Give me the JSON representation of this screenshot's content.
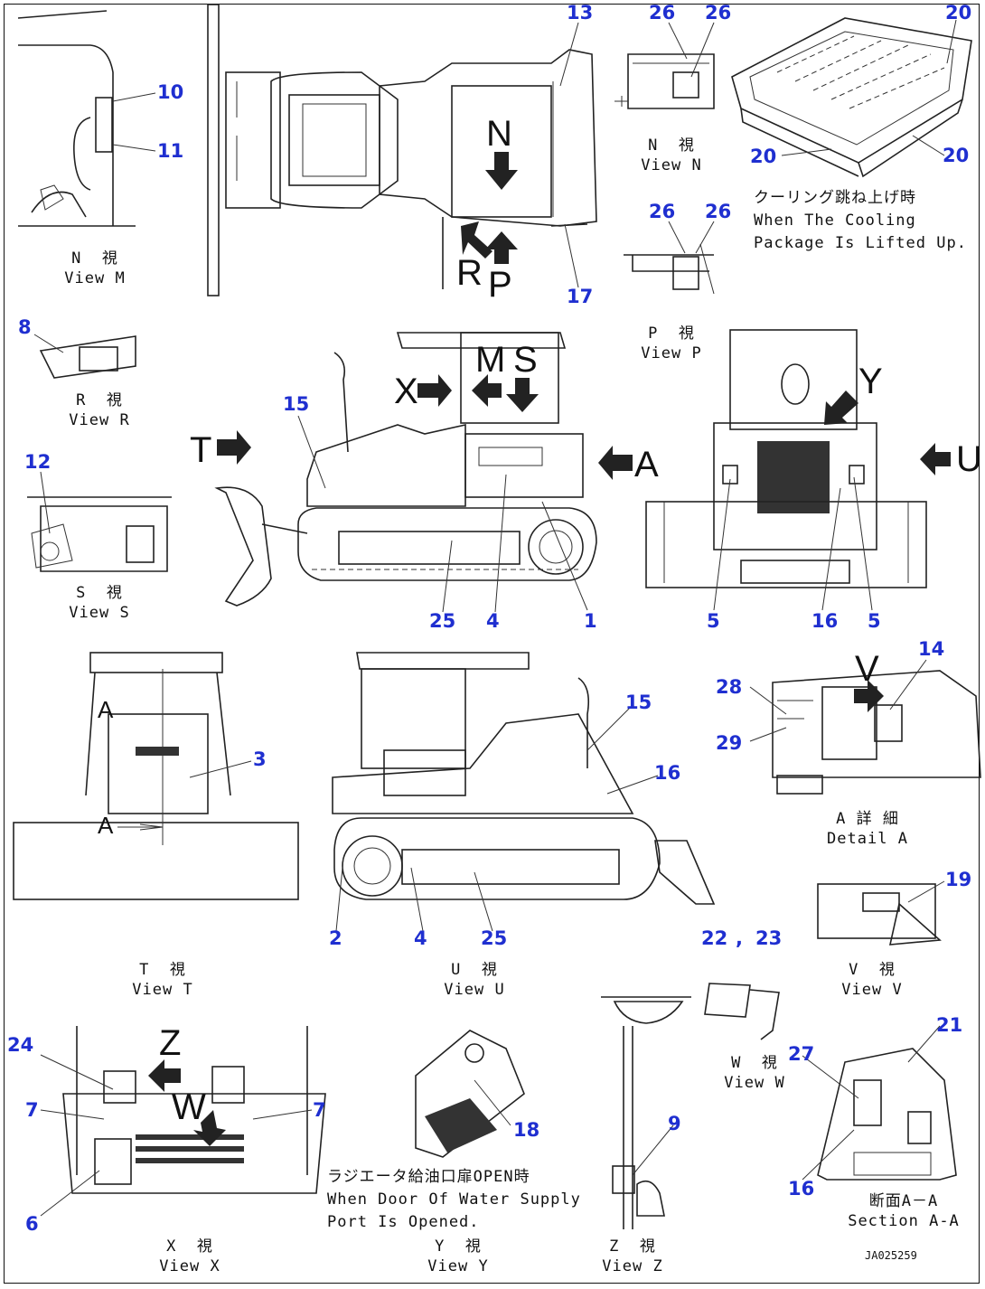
{
  "drawing": {
    "code": "JA025259",
    "callouts": [
      {
        "id": "c10",
        "text": "10"
      },
      {
        "id": "c11",
        "text": "11"
      },
      {
        "id": "c13",
        "text": "13"
      },
      {
        "id": "c17",
        "text": "17"
      },
      {
        "id": "c26a",
        "text": "26"
      },
      {
        "id": "c26b",
        "text": "26"
      },
      {
        "id": "c26c",
        "text": "26"
      },
      {
        "id": "c26d",
        "text": "26"
      },
      {
        "id": "c20a",
        "text": "20"
      },
      {
        "id": "c20b",
        "text": "20"
      },
      {
        "id": "c20c",
        "text": "20"
      },
      {
        "id": "c8",
        "text": "8"
      },
      {
        "id": "c15a",
        "text": "15"
      },
      {
        "id": "c12",
        "text": "12"
      },
      {
        "id": "c25a",
        "text": "25"
      },
      {
        "id": "c4a",
        "text": "4"
      },
      {
        "id": "c1",
        "text": "1"
      },
      {
        "id": "c5a",
        "text": "5"
      },
      {
        "id": "c16a",
        "text": "16"
      },
      {
        "id": "c5b",
        "text": "5"
      },
      {
        "id": "c3",
        "text": "3"
      },
      {
        "id": "c15b",
        "text": "15"
      },
      {
        "id": "c16b",
        "text": "16"
      },
      {
        "id": "c2",
        "text": "2"
      },
      {
        "id": "c4b",
        "text": "4"
      },
      {
        "id": "c25b",
        "text": "25"
      },
      {
        "id": "c14",
        "text": "14"
      },
      {
        "id": "c28",
        "text": "28"
      },
      {
        "id": "c29",
        "text": "29"
      },
      {
        "id": "c19",
        "text": "19"
      },
      {
        "id": "c22",
        "text": "22"
      },
      {
        "id": "c23",
        "text": "23"
      },
      {
        "id": "c9",
        "text": "9"
      },
      {
        "id": "c24",
        "text": "24"
      },
      {
        "id": "c7a",
        "text": "7"
      },
      {
        "id": "c7b",
        "text": "7"
      },
      {
        "id": "c6",
        "text": "6"
      },
      {
        "id": "c18",
        "text": "18"
      },
      {
        "id": "c21",
        "text": "21"
      },
      {
        "id": "c27",
        "text": "27"
      },
      {
        "id": "c16c",
        "text": "16"
      }
    ],
    "comma": ",",
    "view_arrows": {
      "N": "N",
      "R": "R",
      "P": "P",
      "M": "M",
      "S": "S",
      "X": "X",
      "T": "T",
      "A": "A",
      "U": "U",
      "Y": "Y",
      "V": "V",
      "Z": "Z",
      "W": "W",
      "sectionA1": "A",
      "sectionA2": "A"
    },
    "captions": {
      "view_m": "N  視\nView M",
      "view_n": "N  視\nView N",
      "view_p": "P  視\nView P",
      "view_r": "R  視\nView R",
      "view_s": "S  視\nView S",
      "view_t": "T  視\nView T",
      "view_u": "U  視\nView U",
      "detail_a": "A 詳 細\nDetail A",
      "view_v": "V  視\nView V",
      "view_w": "W  視\nView W",
      "view_x": "X  視\nView X",
      "view_y": "Y  視\nView Y",
      "view_z": "Z  視\nView Z",
      "section_aa": "断面A－A\nSection A-A"
    },
    "notes": {
      "cooling": "クーリング跳ね上げ時\nWhen The Cooling\nPackage Is Lifted Up.",
      "water": "ラジエータ給油口扉OPEN時\nWhen Door Of Water Supply\nPort Is Opened."
    }
  }
}
